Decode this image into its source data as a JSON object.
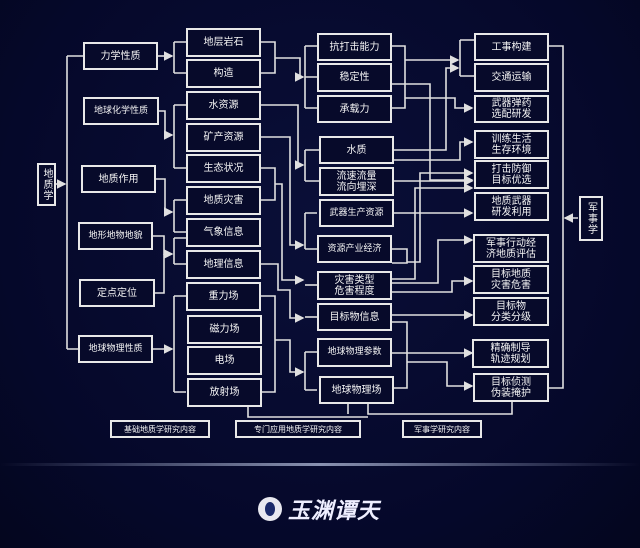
{
  "root": "地质学",
  "military_root": "军事学",
  "col1": [
    "力学性质",
    "地球化学性质",
    "地质作用",
    "地形地物地貌",
    "定点定位",
    "地球物理性质"
  ],
  "col2": [
    "地层岩石",
    "构造",
    "水资源",
    "矿产资源",
    "生态状况",
    "地质灾害",
    "气象信息",
    "地理信息",
    "重力场",
    "磁力场",
    "电场",
    "放射场"
  ],
  "col3": [
    "抗打击能力",
    "稳定性",
    "承载力",
    "水质",
    "流速流量\n流向埋深",
    "武器生产资源",
    "资源产业经济",
    "灾害类型\n危害程度",
    "目标物信息",
    "地球物理参数",
    "地球物理场"
  ],
  "col4": [
    "工事构建",
    "交通运输",
    "武器弹药\n选配研发",
    "训练生活\n生存环境",
    "打击防御\n目标优选",
    "地质武器\n研发利用",
    "军事行动经\n济地质评估",
    "目标地质\n灾害危害",
    "目标物\n分类分级",
    "精确制导\n轨迹规划",
    "目标侦测\n伪装掩护"
  ],
  "footer_labels": [
    "基础地质学研究内容",
    "专门应用地质学研究内容",
    "军事学研究内容"
  ],
  "logo_text": "玉渊谭天",
  "colors": {
    "background": "#070a2a",
    "line": "#e8e8e8"
  }
}
